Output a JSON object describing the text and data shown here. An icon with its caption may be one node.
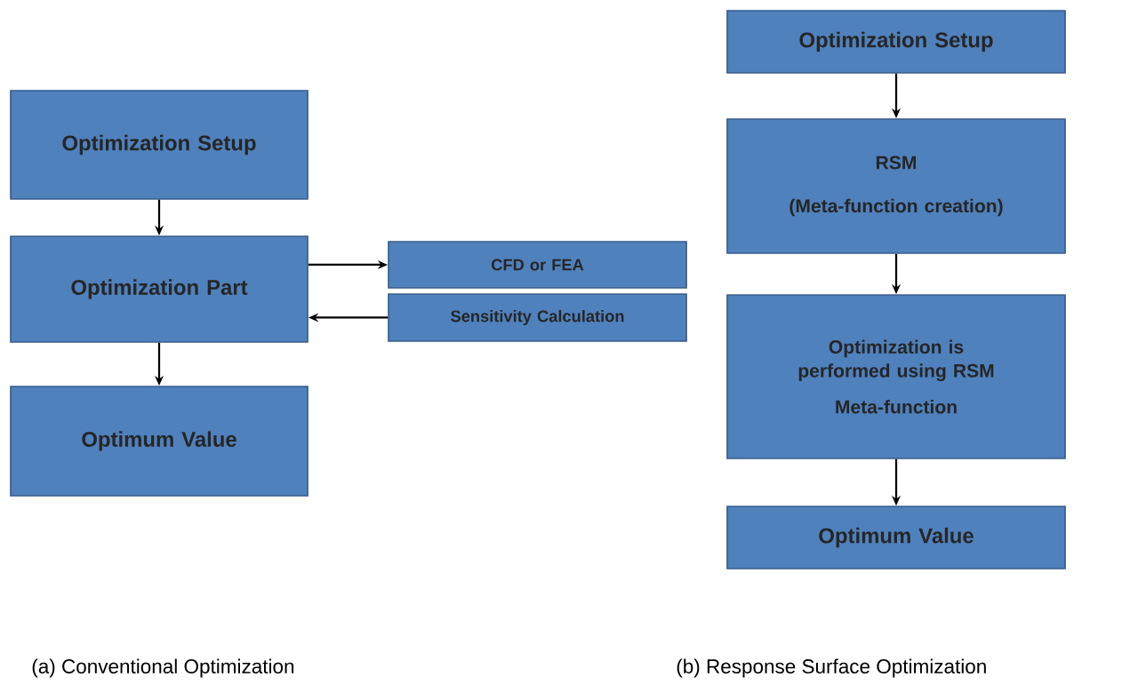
{
  "diagram": {
    "nodes": [
      {
        "text": [
          "Optimization Setup"
        ]
      },
      {
        "text": [
          "Optimization Part"
        ]
      },
      {
        "text": [
          "CFD or FEA"
        ]
      },
      {
        "text": [
          "Sensitivity Calculation"
        ]
      },
      {
        "text": [
          "Optimum Value"
        ]
      },
      {
        "text": [
          "Optimization Setup"
        ]
      },
      {
        "text": [
          "RSM",
          "(Meta-function creation)"
        ]
      },
      {
        "text": [
          "Optimization is performed using RSM",
          "Meta-function"
        ]
      },
      {
        "text": [
          "Optimum Value"
        ]
      }
    ],
    "edges": [
      {
        "from": 0,
        "to": 1,
        "arrow": "to"
      },
      {
        "from": 1,
        "to": 2,
        "arrow": "to"
      },
      {
        "from": 3,
        "to": 1,
        "arrow": "to"
      },
      {
        "from": 1,
        "to": 4,
        "arrow": "to"
      },
      {
        "from": 5,
        "to": 6,
        "arrow": "to"
      },
      {
        "from": 6,
        "to": 7,
        "arrow": "to"
      },
      {
        "from": 7,
        "to": 8,
        "arrow": "to"
      }
    ],
    "labels": [
      "(a) Conventional Optimization",
      "(b) Response Surface Optimization"
    ]
  }
}
